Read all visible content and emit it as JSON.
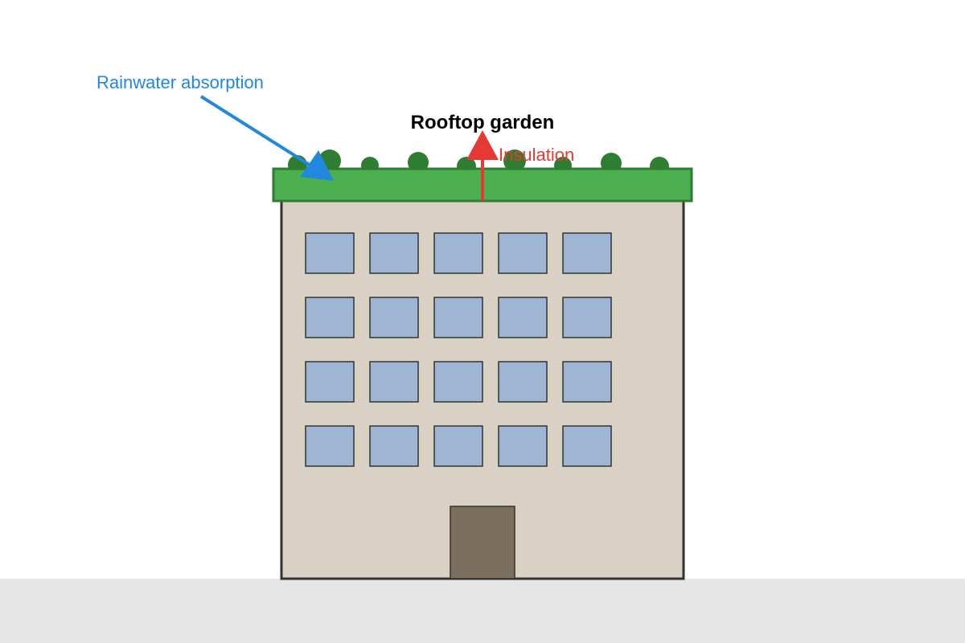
{
  "labels": {
    "title": "Rooftop garden",
    "rain": "Rainwater absorption",
    "insulation": "Insulation"
  },
  "colors": {
    "background": "#ffffff",
    "ground": "#e6e6e6",
    "wall": "#d9d1c4",
    "outline": "#333333",
    "roof_garden": "#4caf50",
    "roof_garden_border": "#2e7d32",
    "shrub": "#2e7d32",
    "window": "#9fb6d3",
    "door": "#7a6e5c",
    "rain_arrow": "#2288dd",
    "insulation_arrow": "#e53935"
  },
  "building": {
    "window_rows": 4,
    "window_columns": 5,
    "shrub_count": 9
  },
  "icons": {
    "rain_arrow": "arrow-down-right-icon",
    "insulation_arrow": "arrow-up-icon"
  }
}
